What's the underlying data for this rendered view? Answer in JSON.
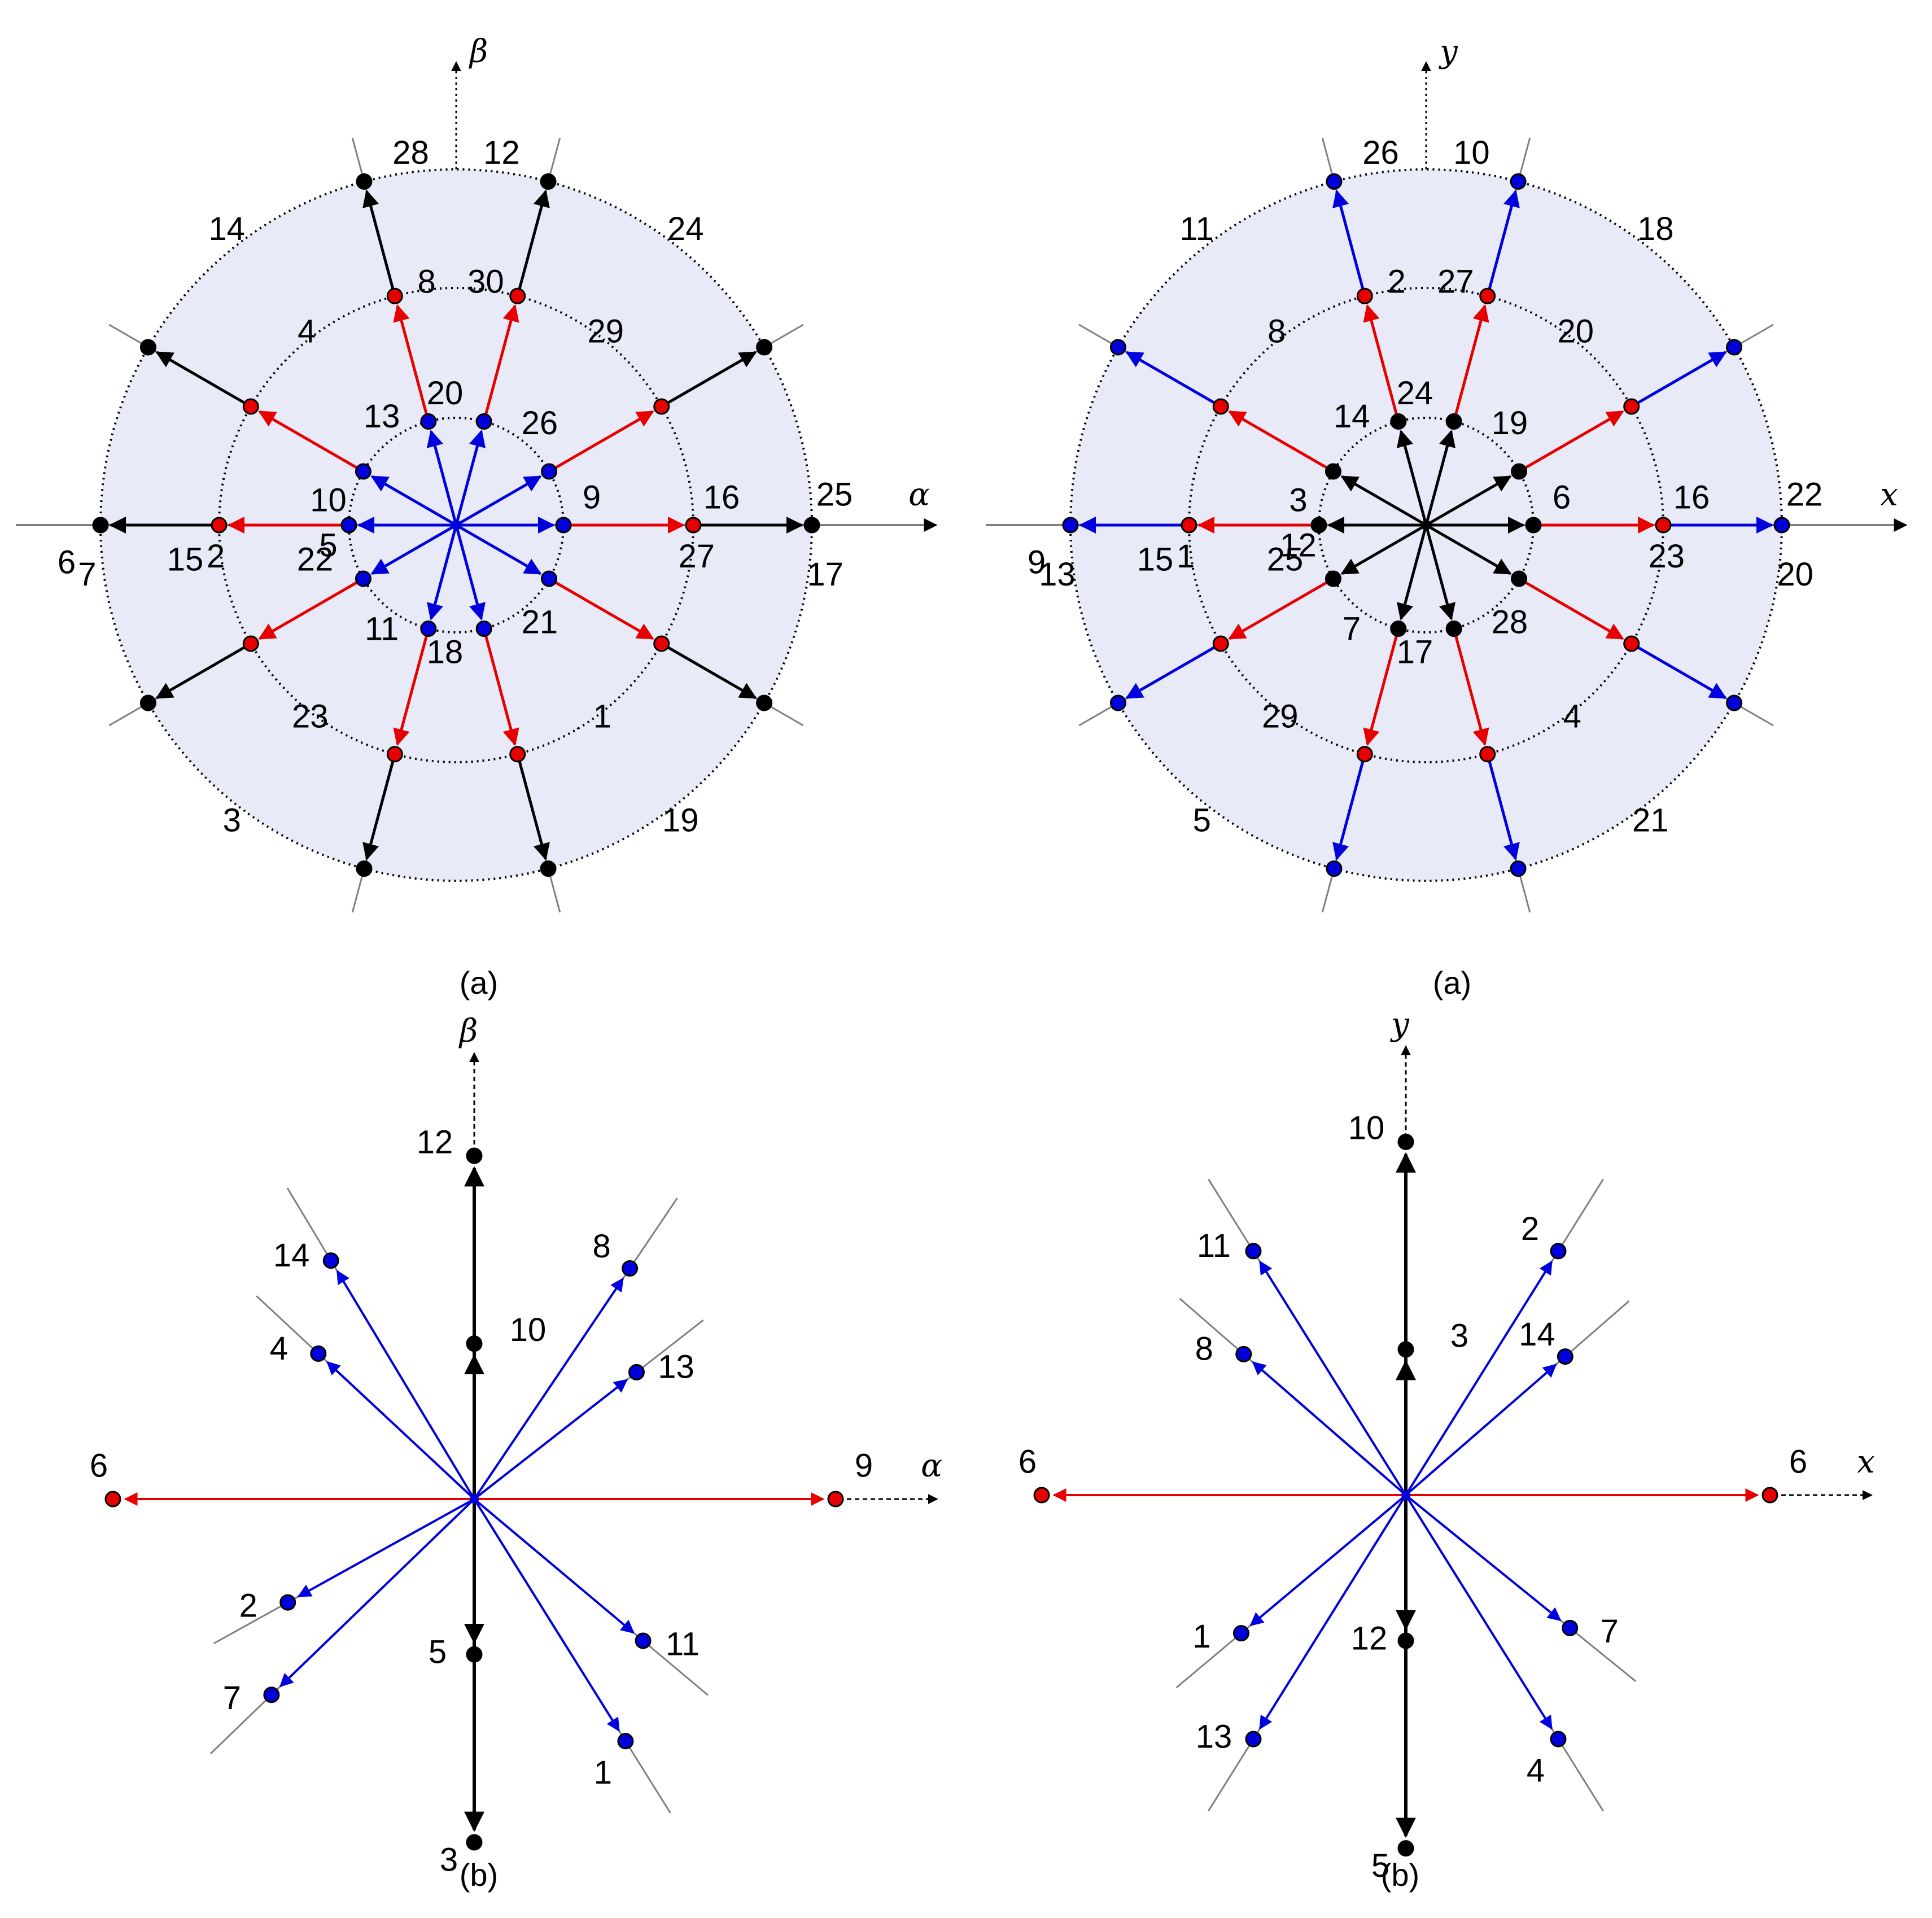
{
  "colors": {
    "red": "#e60000",
    "blue": "#0000dd",
    "black": "#000000",
    "disk_fill": "#e8eaf8",
    "gray_line": "#808080"
  },
  "panels": [
    {
      "id": "tl",
      "type": "rings",
      "caption": "(a)",
      "x_axis_label": "α",
      "y_axis_label": "β",
      "inner_color": "blue",
      "mid_color": "red",
      "outer_color": "black",
      "inner": [
        {
          "label": "9",
          "angle": 0
        },
        {
          "label": "26",
          "angle": 30
        },
        {
          "label": "20",
          "angle": 75
        },
        {
          "label": "13",
          "angle": 105
        },
        {
          "label": "10",
          "angle": 150
        },
        {
          "label": "22",
          "angle": 180
        },
        {
          "label": "5",
          "angle": 210
        },
        {
          "label": "11",
          "angle": 255
        },
        {
          "label": "18",
          "angle": 285
        },
        {
          "label": "21",
          "angle": 330
        }
      ],
      "mid": [
        {
          "label": "16",
          "angle": 0
        },
        {
          "label": "29",
          "angle": 30
        },
        {
          "label": "8",
          "angle": 75
        },
        {
          "label": "30",
          "angle": 105
        },
        {
          "label": "4",
          "angle": 150
        },
        {
          "label": "15",
          "angle": 180
        },
        {
          "label": "2",
          "angle": 210
        },
        {
          "label": "23",
          "angle": 255
        },
        {
          "label": "1",
          "angle": 285
        },
        {
          "label": "27",
          "angle": 330
        }
      ],
      "outer": [
        {
          "label": "25",
          "angle": 0
        },
        {
          "label": "24",
          "angle": 30
        },
        {
          "label": "28",
          "angle": 75
        },
        {
          "label": "12",
          "angle": 105
        },
        {
          "label": "14",
          "angle": 150
        },
        {
          "label": "6",
          "angle": 180
        },
        {
          "label": "7",
          "angle": 210
        },
        {
          "label": "3",
          "angle": 255
        },
        {
          "label": "19",
          "angle": 285
        },
        {
          "label": "17",
          "angle": 330
        }
      ]
    },
    {
      "id": "tr",
      "type": "rings",
      "caption": "(a)",
      "x_axis_label": "x",
      "y_axis_label": "y",
      "inner_color": "black",
      "mid_color": "red",
      "outer_color": "blue",
      "inner": [
        {
          "label": "6",
          "angle": 0
        },
        {
          "label": "19",
          "angle": 30
        },
        {
          "label": "24",
          "angle": 75
        },
        {
          "label": "14",
          "angle": 105
        },
        {
          "label": "3",
          "angle": 150
        },
        {
          "label": "25",
          "angle": 180
        },
        {
          "label": "12",
          "angle": 210
        },
        {
          "label": "7",
          "angle": 255
        },
        {
          "label": "17",
          "angle": 285
        },
        {
          "label": "28",
          "angle": 330
        }
      ],
      "mid": [
        {
          "label": "16",
          "angle": 0
        },
        {
          "label": "20",
          "angle": 30
        },
        {
          "label": "2",
          "angle": 75
        },
        {
          "label": "27",
          "angle": 105
        },
        {
          "label": "8",
          "angle": 150
        },
        {
          "label": "15",
          "angle": 180
        },
        {
          "label": "1",
          "angle": 210
        },
        {
          "label": "29",
          "angle": 255
        },
        {
          "label": "4",
          "angle": 285
        },
        {
          "label": "23",
          "angle": 330
        }
      ],
      "outer": [
        {
          "label": "22",
          "angle": 0
        },
        {
          "label": "18",
          "angle": 30
        },
        {
          "label": "26",
          "angle": 75
        },
        {
          "label": "10",
          "angle": 105
        },
        {
          "label": "11",
          "angle": 150
        },
        {
          "label": "9",
          "angle": 180
        },
        {
          "label": "13",
          "angle": 210
        },
        {
          "label": "5",
          "angle": 255
        },
        {
          "label": "21",
          "angle": 285
        },
        {
          "label": "20",
          "angle": 330
        }
      ]
    },
    {
      "id": "bl",
      "type": "star",
      "caption": "(b)",
      "x_axis_label": "α",
      "y_axis_label": "β",
      "vectors": [
        {
          "label": "9",
          "angle": 0,
          "r": 1.0,
          "color": "red"
        },
        {
          "label": "6",
          "angle": 180,
          "r": 1.0,
          "color": "red"
        },
        {
          "label": "12",
          "angle": 90,
          "r": 0.95,
          "color": "black"
        },
        {
          "label": "10",
          "angle": 90,
          "r": 0.43,
          "color": "black"
        },
        {
          "label": "5",
          "angle": 270,
          "r": 0.43,
          "color": "black"
        },
        {
          "label": "3",
          "angle": 270,
          "r": 0.95,
          "color": "black"
        },
        {
          "label": "8",
          "angle": 56,
          "r": 0.77,
          "color": "blue"
        },
        {
          "label": "13",
          "angle": 38,
          "r": 0.57,
          "color": "blue"
        },
        {
          "label": "14",
          "angle": 121,
          "r": 0.77,
          "color": "blue"
        },
        {
          "label": "4",
          "angle": 137,
          "r": 0.59,
          "color": "blue"
        },
        {
          "label": "2",
          "angle": 209,
          "r": 0.59,
          "color": "blue"
        },
        {
          "label": "7",
          "angle": 224,
          "r": 0.78,
          "color": "blue"
        },
        {
          "label": "11",
          "angle": 320,
          "r": 0.61,
          "color": "blue"
        },
        {
          "label": "1",
          "angle": 302,
          "r": 0.79,
          "color": "blue"
        }
      ]
    },
    {
      "id": "br",
      "type": "star",
      "caption": "(b)",
      "x_axis_label": "x",
      "y_axis_label": "y",
      "vectors": [
        {
          "label": "6",
          "angle": 0,
          "r": 1.0,
          "color": "red"
        },
        {
          "label": "6",
          "angle": 180,
          "r": 1.0,
          "color": "red"
        },
        {
          "label": "10",
          "angle": 90,
          "r": 0.97,
          "color": "black"
        },
        {
          "label": "3",
          "angle": 90,
          "r": 0.4,
          "color": "black"
        },
        {
          "label": "12",
          "angle": 270,
          "r": 0.4,
          "color": "black"
        },
        {
          "label": "5",
          "angle": 270,
          "r": 0.97,
          "color": "black"
        },
        {
          "label": "2",
          "angle": 58,
          "r": 0.79,
          "color": "blue"
        },
        {
          "label": "14",
          "angle": 41,
          "r": 0.58,
          "color": "blue"
        },
        {
          "label": "11",
          "angle": 122,
          "r": 0.79,
          "color": "blue"
        },
        {
          "label": "8",
          "angle": 139,
          "r": 0.59,
          "color": "blue"
        },
        {
          "label": "1",
          "angle": 220,
          "r": 0.59,
          "color": "blue"
        },
        {
          "label": "13",
          "angle": 238,
          "r": 0.79,
          "color": "blue"
        },
        {
          "label": "7",
          "angle": 321,
          "r": 0.58,
          "color": "blue"
        },
        {
          "label": "4",
          "angle": 302,
          "r": 0.79,
          "color": "blue"
        }
      ]
    }
  ]
}
